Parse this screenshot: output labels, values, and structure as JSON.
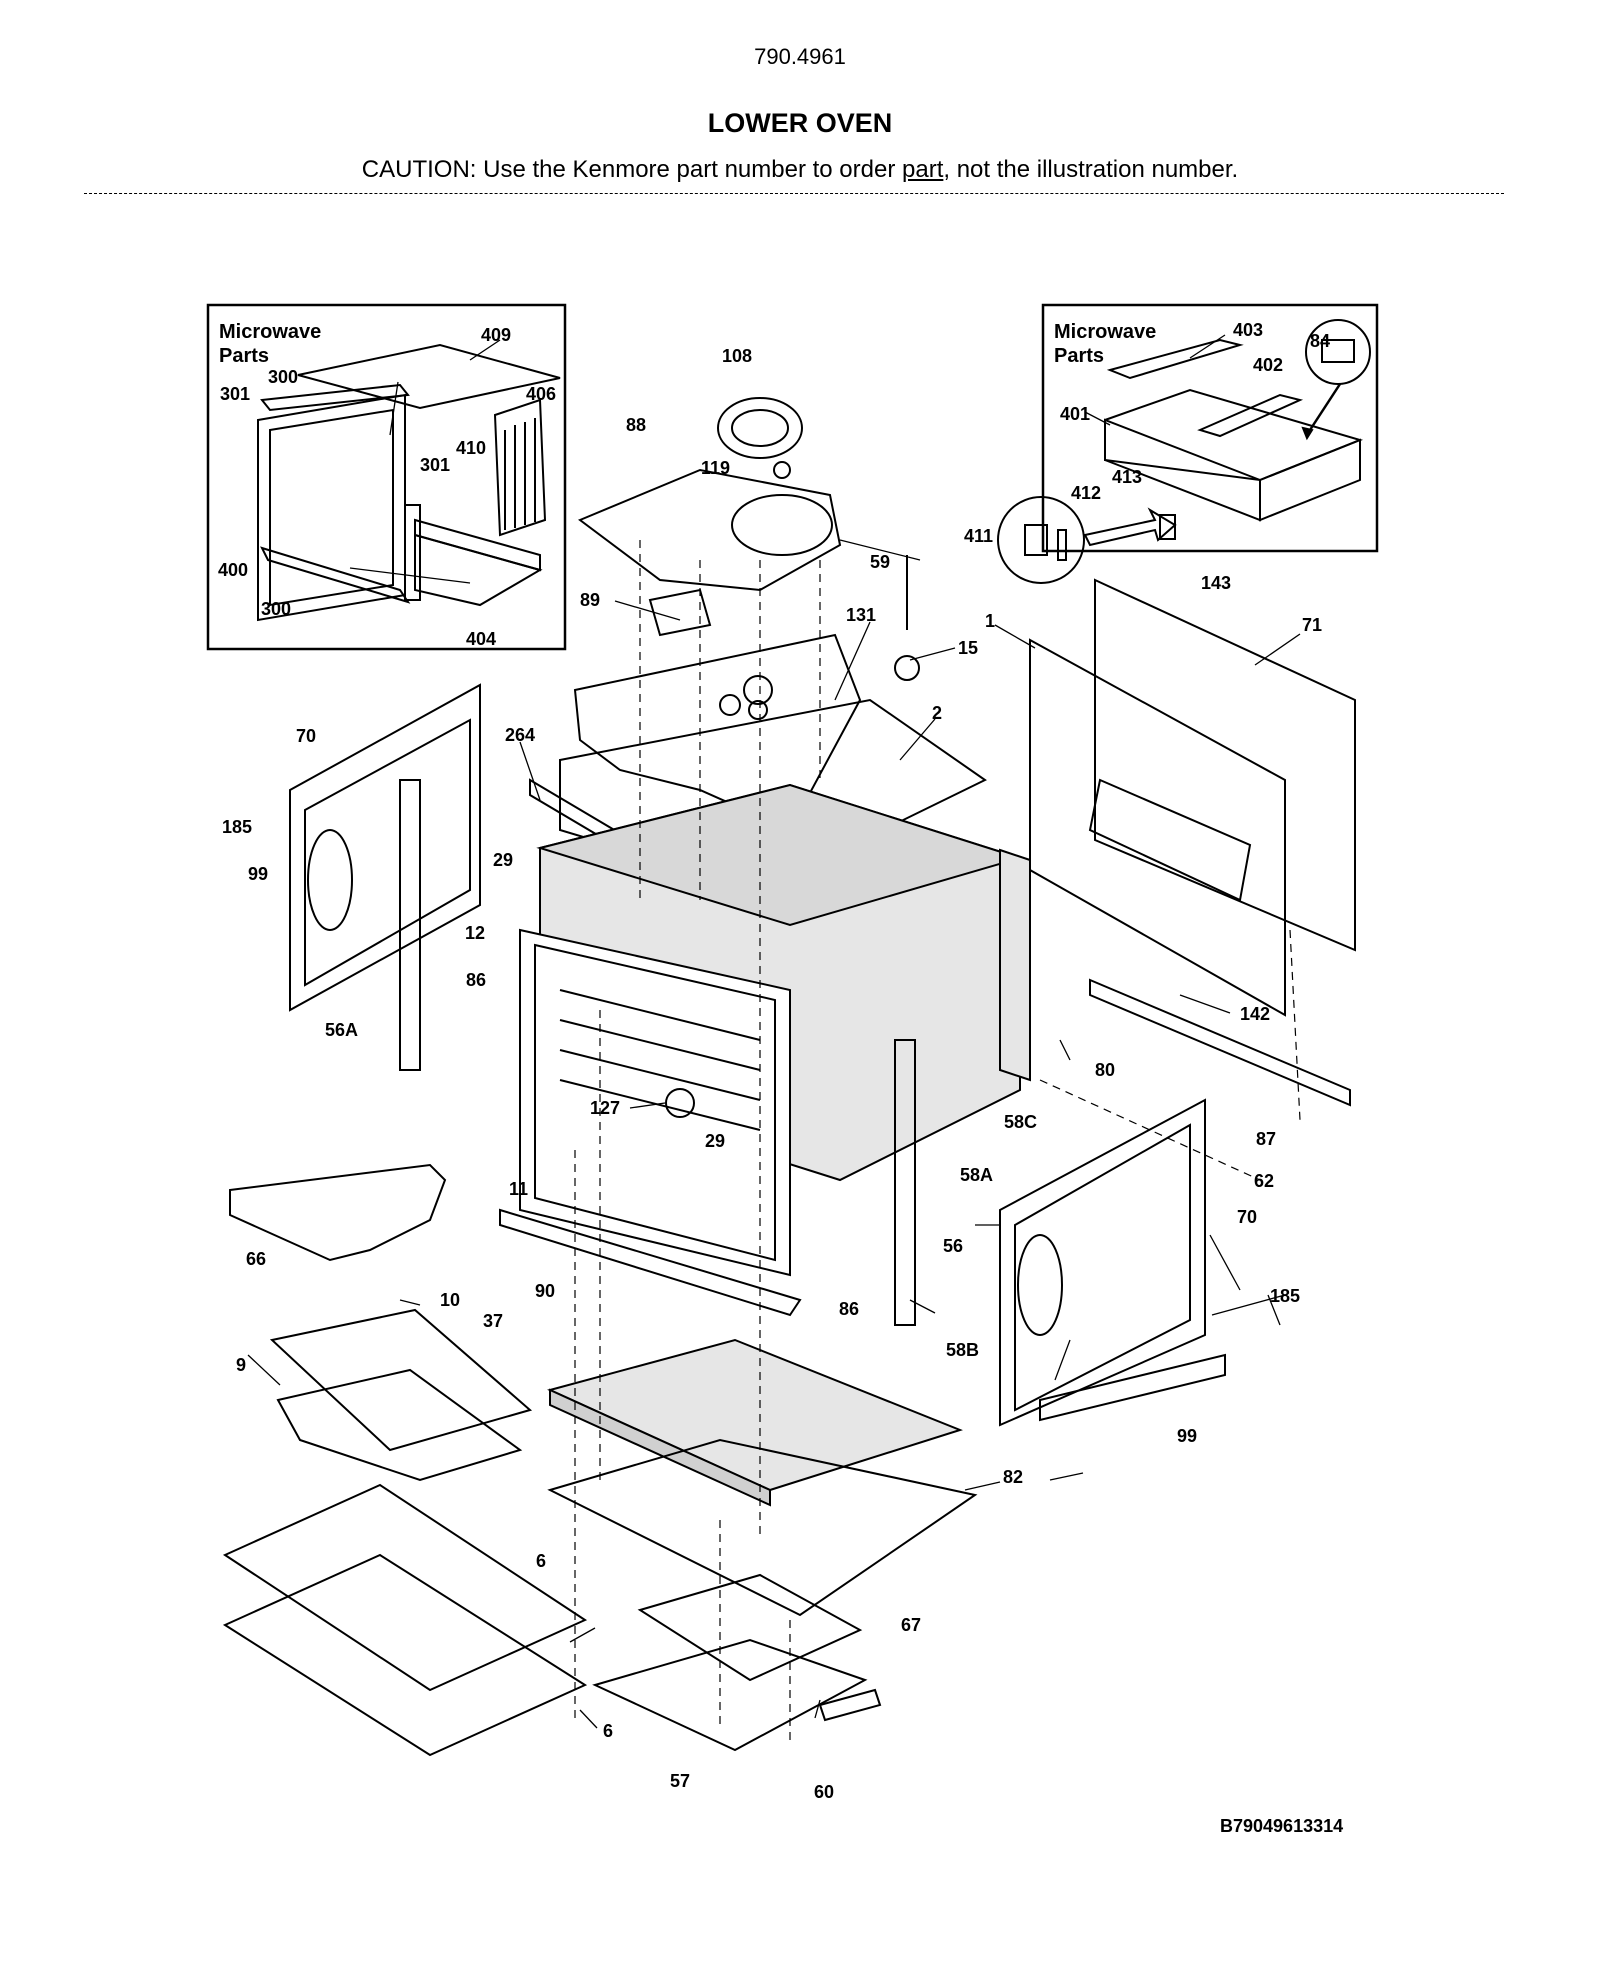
{
  "header": {
    "model_number": "790.4961",
    "title": "LOWER OVEN",
    "caution_before": "CAUTION: Use the Kenmore part number to order ",
    "caution_link": "part",
    "caution_after": ", not the illustration number."
  },
  "insets": {
    "left_title": "Microwave\nParts",
    "right_title": "Microwave\nParts"
  },
  "callouts": {
    "c409": "409",
    "c300a": "300",
    "c301a": "301",
    "c406": "406",
    "c410": "410",
    "c301b": "301",
    "c400": "400",
    "c300b": "300",
    "c404": "404",
    "c403": "403",
    "c84": "84",
    "c402": "402",
    "c401": "401",
    "c413": "413",
    "c412": "412",
    "c411": "411",
    "c108": "108",
    "c88": "88",
    "c119": "119",
    "c59": "59",
    "c89": "89",
    "c131": "131",
    "c15": "15",
    "c143": "143",
    "c1": "1",
    "c71": "71",
    "c2": "2",
    "c264": "264",
    "c70a": "70",
    "c185a": "185",
    "c99a": "99",
    "c29a": "29",
    "c12": "12",
    "c86a": "86",
    "c56A": "56A",
    "c142": "142",
    "c80": "80",
    "c58C": "58C",
    "c127": "127",
    "c29b": "29",
    "c87": "87",
    "c11": "11",
    "c58A": "58A",
    "c62": "62",
    "c66": "66",
    "c70b": "70",
    "c56": "56",
    "c90": "90",
    "c86b": "86",
    "c185b": "185",
    "c10": "10",
    "c37": "37",
    "c58B": "58B",
    "c9": "9",
    "c99b": "99",
    "c82": "82",
    "c6a": "6",
    "c67": "67",
    "c6b": "6",
    "c57": "57",
    "c60": "60"
  },
  "footer": {
    "drawing_code": "B79049613314"
  }
}
